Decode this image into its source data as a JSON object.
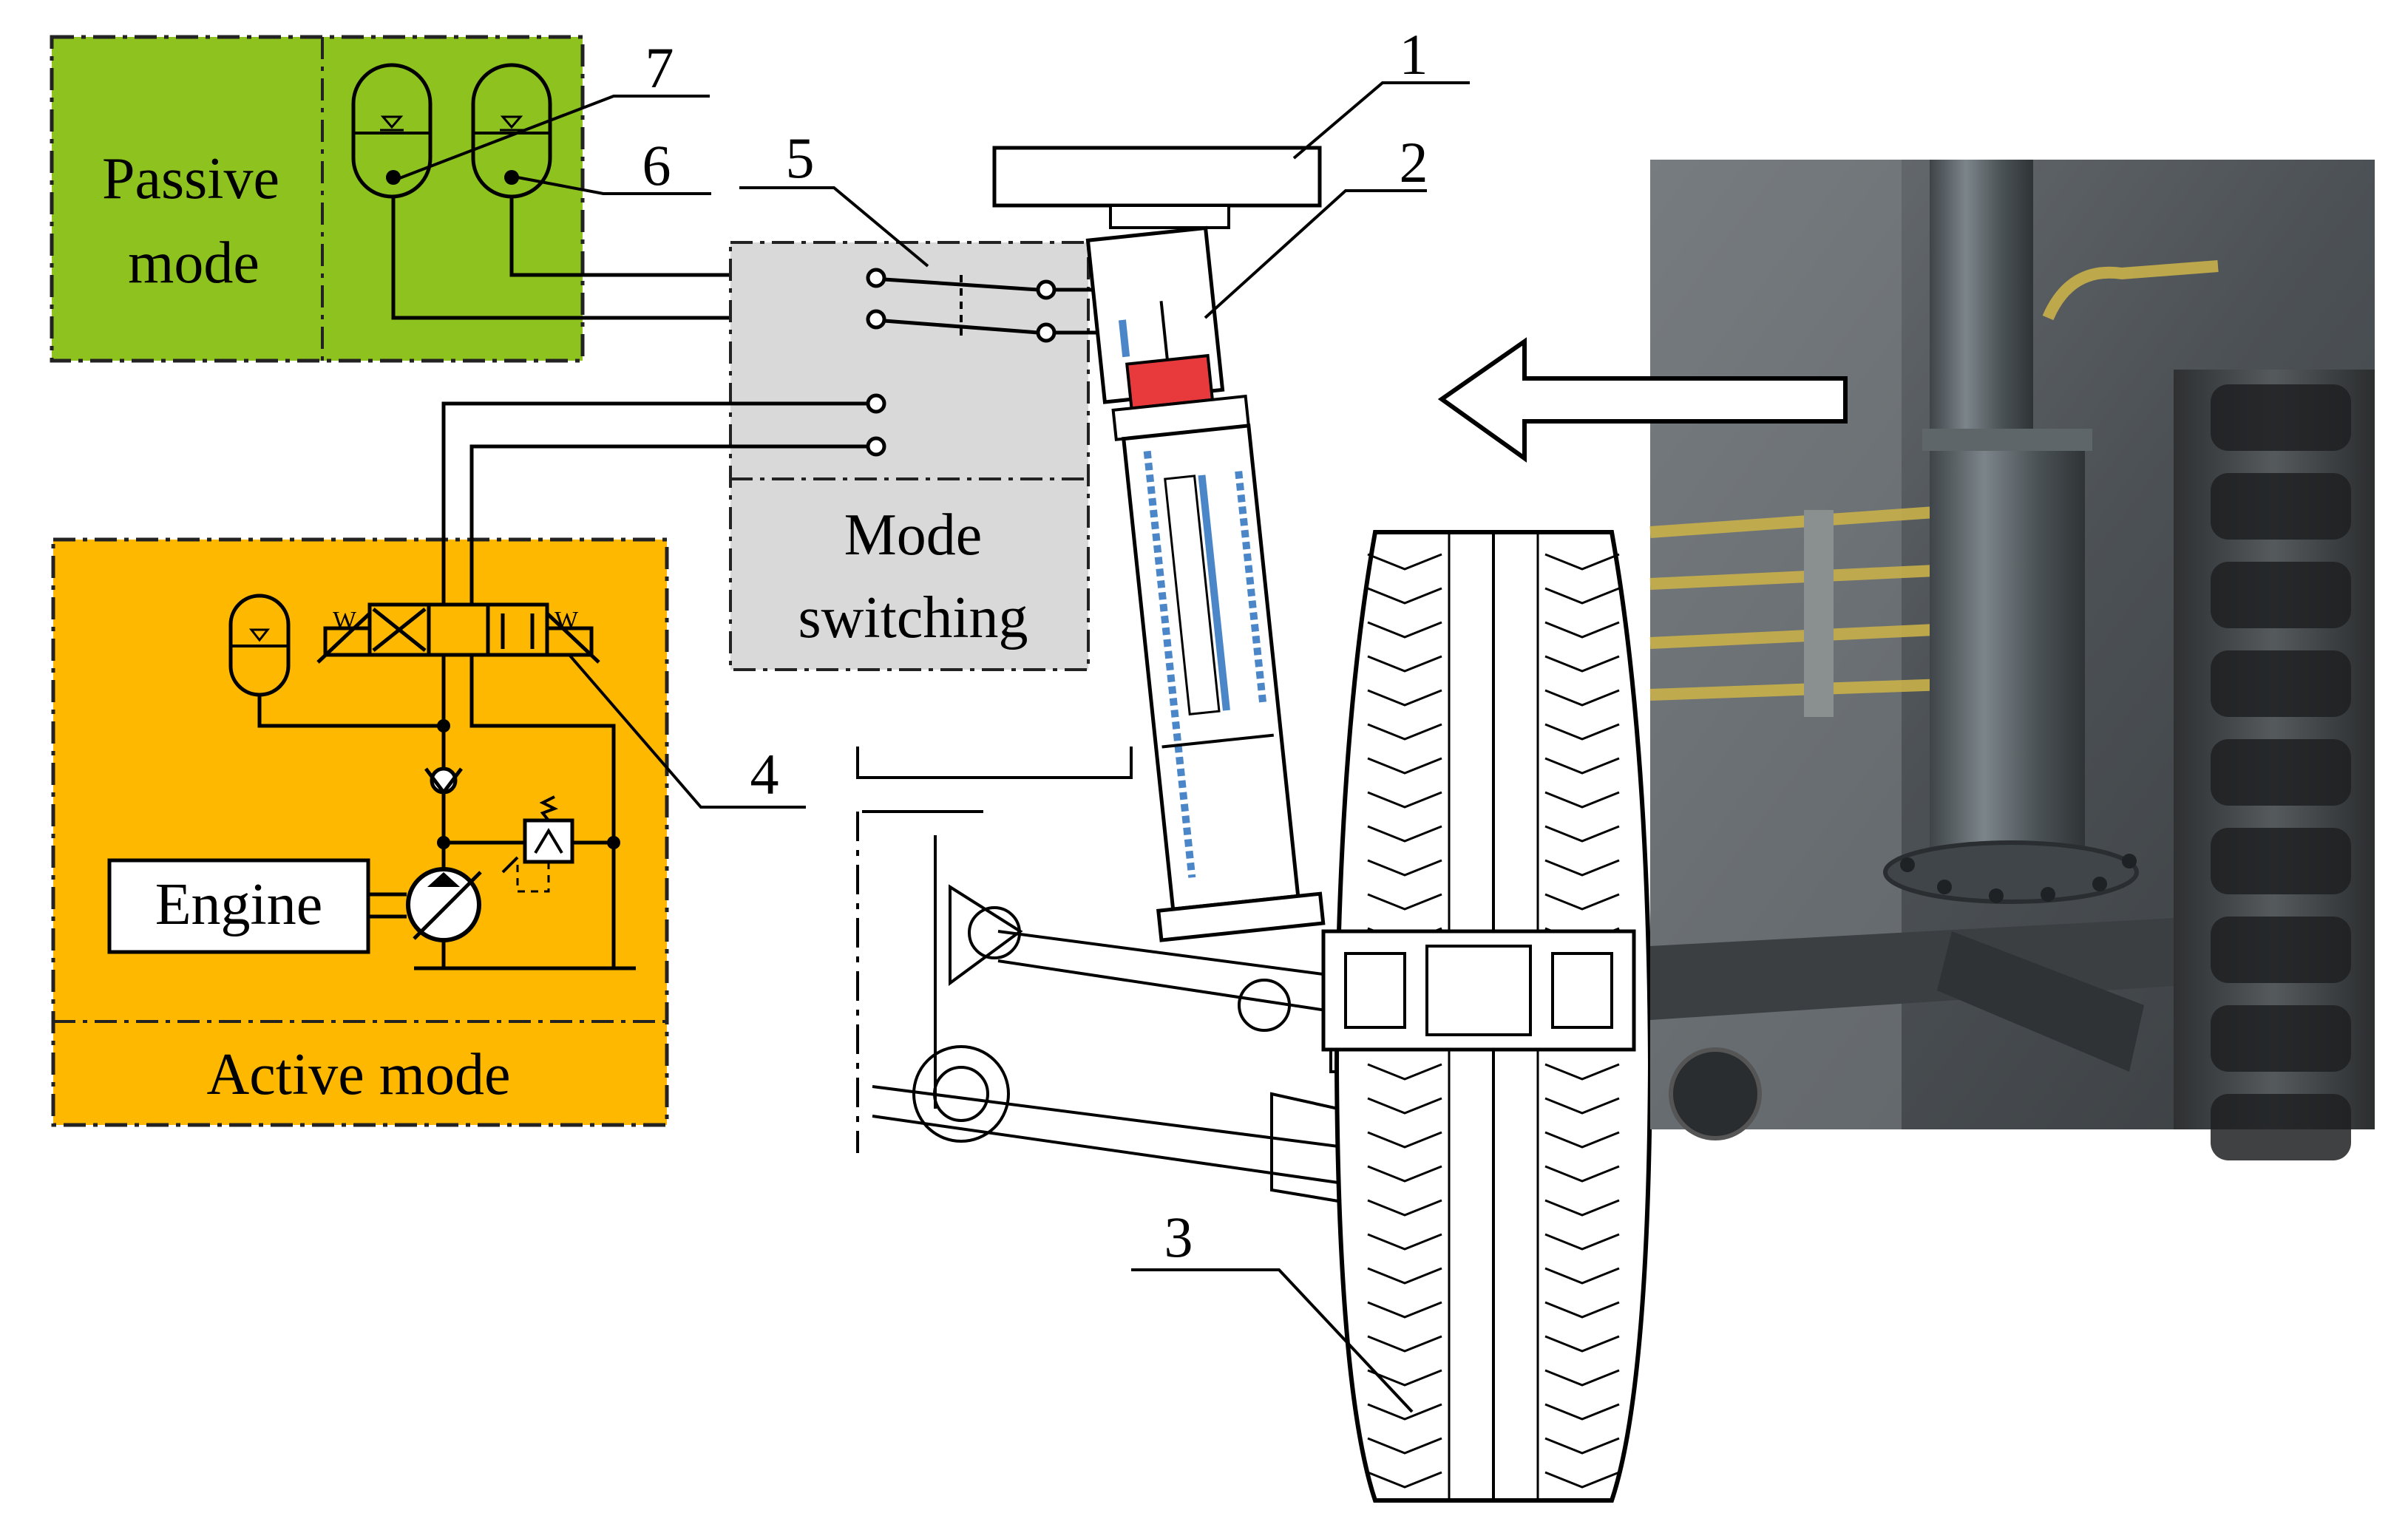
{
  "boxes": {
    "passive": {
      "line1": "Passive",
      "line2": "mode",
      "color": "#8DC21F"
    },
    "active": {
      "label": "Active mode",
      "color": "#FFB800"
    },
    "switching": {
      "line1": "Mode",
      "line2": "switching",
      "color": "#D9D9D9"
    },
    "engine": {
      "label": "Engine"
    }
  },
  "callouts": {
    "c1": "1",
    "c2": "2",
    "c3": "3",
    "c4": "4",
    "c5": "5",
    "c6": "6",
    "c7": "7"
  },
  "colors": {
    "cylinder_blue": "#4A86C8",
    "piston_red": "#E8393C",
    "photo_gray": "#5A5F63",
    "tire_dark": "#3B3D3F"
  }
}
